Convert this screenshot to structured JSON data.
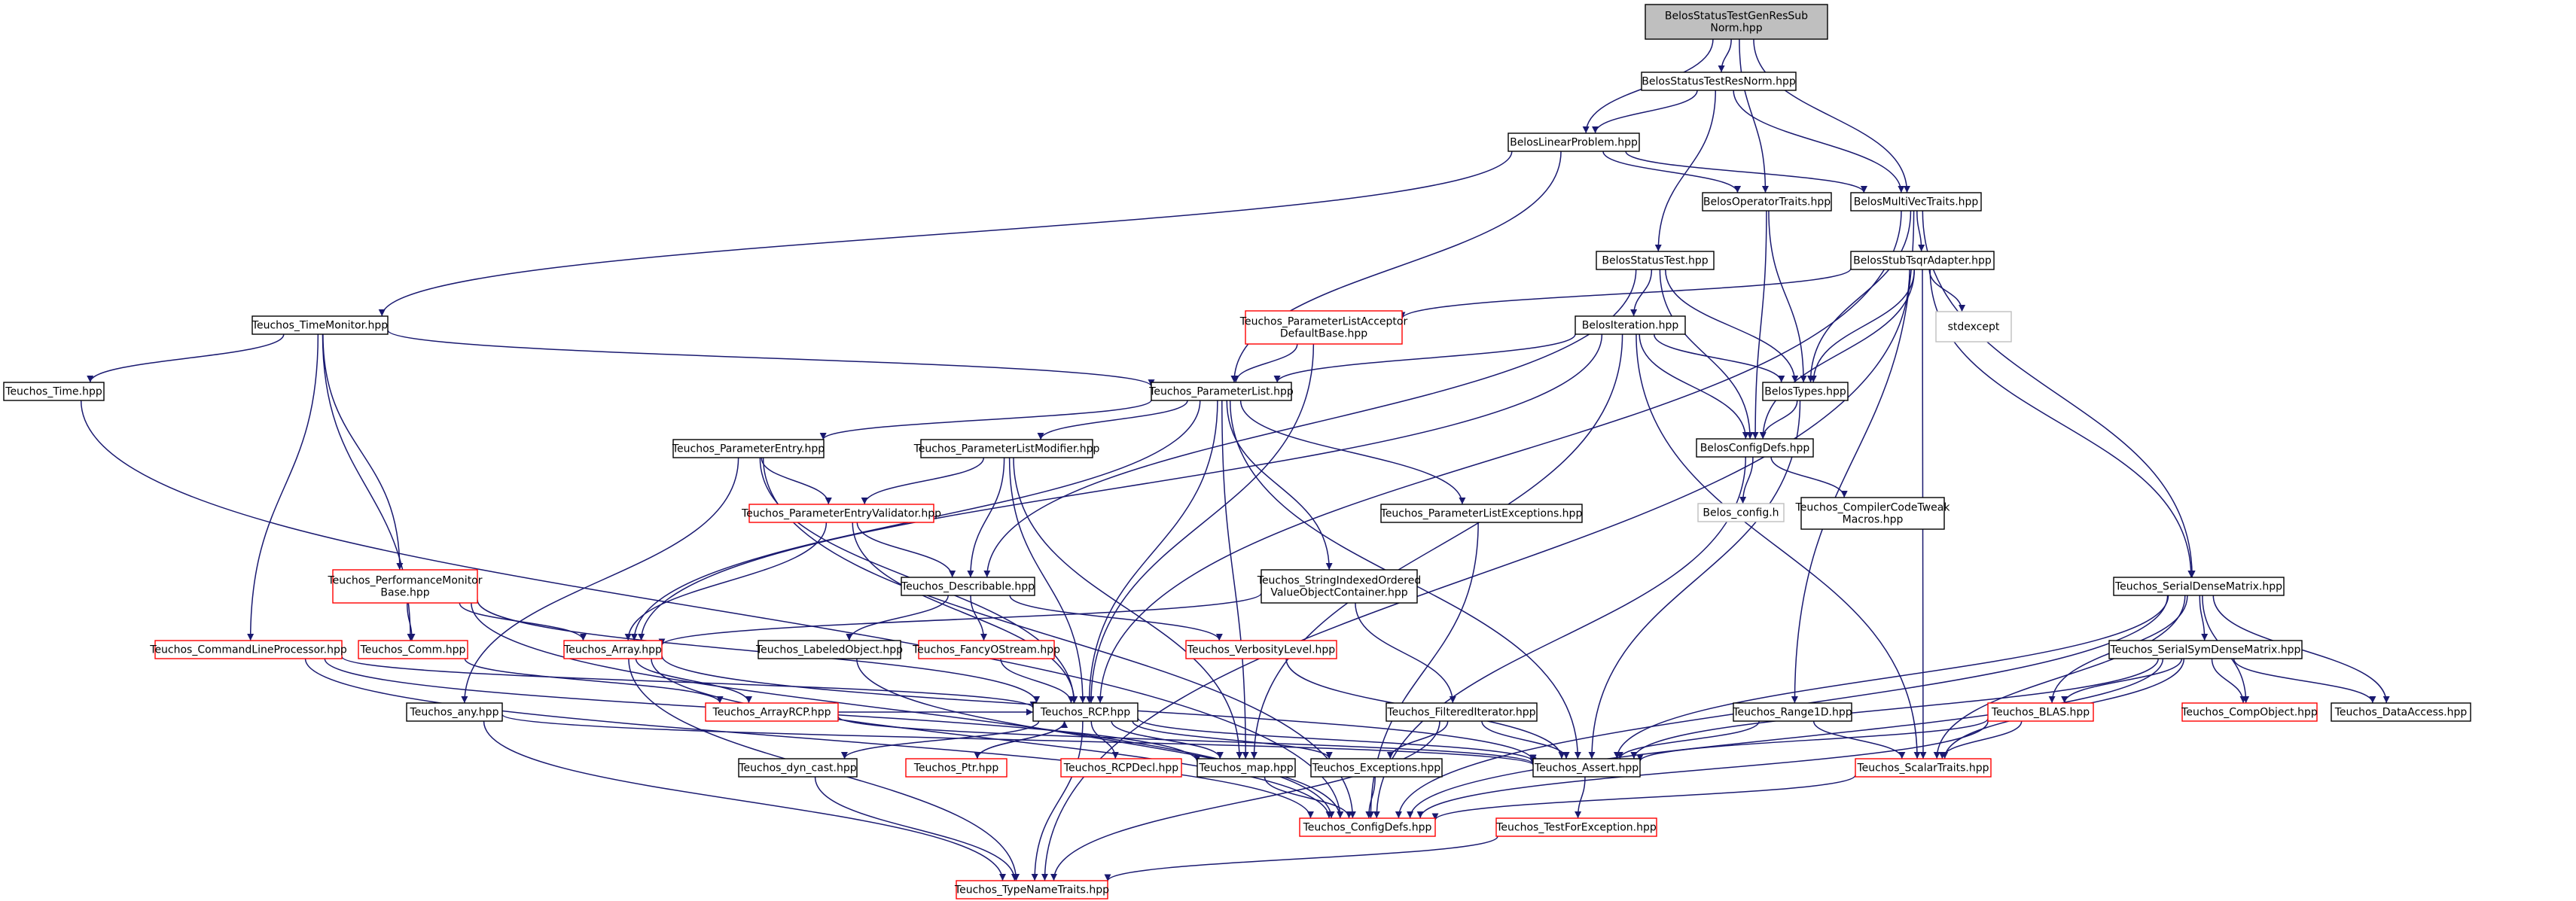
{
  "colors": {
    "edge": "#191970",
    "border_normal": "#000000",
    "border_truncated": "#ff0000",
    "border_system": "#bfbfbf",
    "fill_root": "#bfbfbf",
    "fill_normal": "#ffffff"
  },
  "nodes": [
    {
      "id": "root",
      "lines": [
        "BelosStatusTestGenResSub",
        "Norm.hpp"
      ],
      "kind": "root"
    },
    {
      "id": "resnorm",
      "lines": [
        "BelosStatusTestResNorm.hpp"
      ],
      "kind": "normal"
    },
    {
      "id": "linprob",
      "lines": [
        "BelosLinearProblem.hpp"
      ],
      "kind": "normal"
    },
    {
      "id": "optraits",
      "lines": [
        "BelosOperatorTraits.hpp"
      ],
      "kind": "normal"
    },
    {
      "id": "mvtraits",
      "lines": [
        "BelosMultiVecTraits.hpp"
      ],
      "kind": "normal"
    },
    {
      "id": "statustest",
      "lines": [
        "BelosStatusTest.hpp"
      ],
      "kind": "normal"
    },
    {
      "id": "tsqr",
      "lines": [
        "BelosStubTsqrAdapter.hpp"
      ],
      "kind": "normal"
    },
    {
      "id": "stdexcept",
      "lines": [
        "stdexcept"
      ],
      "kind": "system"
    },
    {
      "id": "placcept",
      "lines": [
        "Teuchos_ParameterListAcceptor",
        "DefaultBase.hpp"
      ],
      "kind": "truncated"
    },
    {
      "id": "iteration",
      "lines": [
        "BelosIteration.hpp"
      ],
      "kind": "normal"
    },
    {
      "id": "timemon",
      "lines": [
        "Teuchos_TimeMonitor.hpp"
      ],
      "kind": "normal"
    },
    {
      "id": "time",
      "lines": [
        "Teuchos_Time.hpp"
      ],
      "kind": "normal"
    },
    {
      "id": "plist",
      "lines": [
        "Teuchos_ParameterList.hpp"
      ],
      "kind": "normal"
    },
    {
      "id": "btypes",
      "lines": [
        "BelosTypes.hpp"
      ],
      "kind": "normal"
    },
    {
      "id": "bconfig",
      "lines": [
        "BelosConfigDefs.hpp"
      ],
      "kind": "normal"
    },
    {
      "id": "belosconfigh",
      "lines": [
        "Belos_config.h"
      ],
      "kind": "system"
    },
    {
      "id": "tweak",
      "lines": [
        "Teuchos_CompilerCodeTweak",
        "Macros.hpp"
      ],
      "kind": "normal"
    },
    {
      "id": "pentry",
      "lines": [
        "Teuchos_ParameterEntry.hpp"
      ],
      "kind": "normal"
    },
    {
      "id": "plmod",
      "lines": [
        "Teuchos_ParameterListModifier.hpp"
      ],
      "kind": "normal"
    },
    {
      "id": "plexc",
      "lines": [
        "Teuchos_ParameterListExceptions.hpp"
      ],
      "kind": "normal"
    },
    {
      "id": "pev",
      "lines": [
        "Teuchos_ParameterEntryValidator.hpp"
      ],
      "kind": "truncated"
    },
    {
      "id": "perfmon",
      "lines": [
        "Teuchos_PerformanceMonitor",
        "Base.hpp"
      ],
      "kind": "truncated"
    },
    {
      "id": "describ",
      "lines": [
        "Teuchos_Describable.hpp"
      ],
      "kind": "normal"
    },
    {
      "id": "strindexed",
      "lines": [
        "Teuchos_StringIndexedOrdered",
        "ValueObjectContainer.hpp"
      ],
      "kind": "normal"
    },
    {
      "id": "sdm",
      "lines": [
        "Teuchos_SerialDenseMatrix.hpp"
      ],
      "kind": "normal"
    },
    {
      "id": "cmdline",
      "lines": [
        "Teuchos_CommandLineProcessor.hpp"
      ],
      "kind": "truncated"
    },
    {
      "id": "comm",
      "lines": [
        "Teuchos_Comm.hpp"
      ],
      "kind": "truncated"
    },
    {
      "id": "array",
      "lines": [
        "Teuchos_Array.hpp"
      ],
      "kind": "truncated"
    },
    {
      "id": "labeled",
      "lines": [
        "Teuchos_LabeledObject.hpp"
      ],
      "kind": "normal"
    },
    {
      "id": "fancy",
      "lines": [
        "Teuchos_FancyOStream.hpp"
      ],
      "kind": "truncated"
    },
    {
      "id": "verbosity",
      "lines": [
        "Teuchos_VerbosityLevel.hpp"
      ],
      "kind": "truncated"
    },
    {
      "id": "ssdm",
      "lines": [
        "Teuchos_SerialSymDenseMatrix.hpp"
      ],
      "kind": "normal"
    },
    {
      "id": "any",
      "lines": [
        "Teuchos_any.hpp"
      ],
      "kind": "normal"
    },
    {
      "id": "arrayrcp",
      "lines": [
        "Teuchos_ArrayRCP.hpp"
      ],
      "kind": "truncated"
    },
    {
      "id": "rcp",
      "lines": [
        "Teuchos_RCP.hpp"
      ],
      "kind": "normal"
    },
    {
      "id": "filtered",
      "lines": [
        "Teuchos_FilteredIterator.hpp"
      ],
      "kind": "normal"
    },
    {
      "id": "range1d",
      "lines": [
        "Teuchos_Range1D.hpp"
      ],
      "kind": "normal"
    },
    {
      "id": "blas",
      "lines": [
        "Teuchos_BLAS.hpp"
      ],
      "kind": "truncated"
    },
    {
      "id": "compobj",
      "lines": [
        "Teuchos_CompObject.hpp"
      ],
      "kind": "truncated"
    },
    {
      "id": "dataacc",
      "lines": [
        "Teuchos_DataAccess.hpp"
      ],
      "kind": "normal"
    },
    {
      "id": "dyncast",
      "lines": [
        "Teuchos_dyn_cast.hpp"
      ],
      "kind": "normal"
    },
    {
      "id": "ptr",
      "lines": [
        "Teuchos_Ptr.hpp"
      ],
      "kind": "truncated"
    },
    {
      "id": "rcpdecl",
      "lines": [
        "Teuchos_RCPDecl.hpp"
      ],
      "kind": "truncated"
    },
    {
      "id": "map",
      "lines": [
        "Teuchos_map.hpp"
      ],
      "kind": "normal"
    },
    {
      "id": "exceptions",
      "lines": [
        "Teuchos_Exceptions.hpp"
      ],
      "kind": "normal"
    },
    {
      "id": "assert",
      "lines": [
        "Teuchos_Assert.hpp"
      ],
      "kind": "normal"
    },
    {
      "id": "scalar",
      "lines": [
        "Teuchos_ScalarTraits.hpp"
      ],
      "kind": "truncated"
    },
    {
      "id": "tconfig",
      "lines": [
        "Teuchos_ConfigDefs.hpp"
      ],
      "kind": "truncated"
    },
    {
      "id": "testforexc",
      "lines": [
        "Teuchos_TestForException.hpp"
      ],
      "kind": "truncated"
    },
    {
      "id": "typename",
      "lines": [
        "Teuchos_TypeNameTraits.hpp"
      ],
      "kind": "truncated"
    }
  ],
  "edges": [
    [
      "root",
      "resnorm"
    ],
    [
      "root",
      "linprob"
    ],
    [
      "root",
      "optraits"
    ],
    [
      "root",
      "mvtraits"
    ],
    [
      "resnorm",
      "linprob"
    ],
    [
      "resnorm",
      "mvtraits"
    ],
    [
      "resnorm",
      "statustest"
    ],
    [
      "linprob",
      "optraits"
    ],
    [
      "linprob",
      "mvtraits"
    ],
    [
      "linprob",
      "timemon"
    ],
    [
      "linprob",
      "plist"
    ],
    [
      "optraits",
      "btypes"
    ],
    [
      "optraits",
      "bconfig"
    ],
    [
      "mvtraits",
      "tsqr"
    ],
    [
      "mvtraits",
      "btypes"
    ],
    [
      "mvtraits",
      "rcp"
    ],
    [
      "mvtraits",
      "range1d"
    ],
    [
      "mvtraits",
      "sdm"
    ],
    [
      "statustest",
      "iteration"
    ],
    [
      "statustest",
      "btypes"
    ],
    [
      "statustest",
      "bconfig"
    ],
    [
      "statustest",
      "describ"
    ],
    [
      "tsqr",
      "stdexcept"
    ],
    [
      "tsqr",
      "placcept"
    ],
    [
      "tsqr",
      "btypes"
    ],
    [
      "tsqr",
      "bconfig"
    ],
    [
      "tsqr",
      "sdm"
    ],
    [
      "tsqr",
      "scalar"
    ],
    [
      "tsqr",
      "typename"
    ],
    [
      "placcept",
      "plist"
    ],
    [
      "placcept",
      "rcp"
    ],
    [
      "iteration",
      "btypes"
    ],
    [
      "iteration",
      "bconfig"
    ],
    [
      "iteration",
      "plist"
    ],
    [
      "iteration",
      "array"
    ],
    [
      "iteration",
      "map"
    ],
    [
      "iteration",
      "scalar"
    ],
    [
      "timemon",
      "time"
    ],
    [
      "timemon",
      "plist"
    ],
    [
      "timemon",
      "perfmon"
    ],
    [
      "timemon",
      "cmdline"
    ],
    [
      "timemon",
      "comm"
    ],
    [
      "time",
      "tconfig"
    ],
    [
      "plist",
      "pentry"
    ],
    [
      "plist",
      "plmod"
    ],
    [
      "plist",
      "plexc"
    ],
    [
      "plist",
      "strindexed"
    ],
    [
      "plist",
      "array"
    ],
    [
      "plist",
      "rcp"
    ],
    [
      "plist",
      "map"
    ],
    [
      "plist",
      "assert"
    ],
    [
      "btypes",
      "bconfig"
    ],
    [
      "btypes",
      "assert"
    ],
    [
      "bconfig",
      "belosconfigh"
    ],
    [
      "bconfig",
      "tweak"
    ],
    [
      "bconfig",
      "tconfig"
    ],
    [
      "pentry",
      "pev"
    ],
    [
      "pentry",
      "any"
    ],
    [
      "pentry",
      "rcp"
    ],
    [
      "pentry",
      "tconfig"
    ],
    [
      "plmod",
      "pev"
    ],
    [
      "plmod",
      "describ"
    ],
    [
      "plmod",
      "rcp"
    ],
    [
      "plmod",
      "map"
    ],
    [
      "plexc",
      "tconfig"
    ],
    [
      "pev",
      "describ"
    ],
    [
      "pev",
      "array"
    ],
    [
      "pev",
      "rcp"
    ],
    [
      "perfmon",
      "array"
    ],
    [
      "perfmon",
      "comm"
    ],
    [
      "perfmon",
      "rcp"
    ],
    [
      "perfmon",
      "tconfig"
    ],
    [
      "describ",
      "labeled"
    ],
    [
      "describ",
      "fancy"
    ],
    [
      "describ",
      "verbosity"
    ],
    [
      "strindexed",
      "array"
    ],
    [
      "strindexed",
      "filtered"
    ],
    [
      "sdm",
      "assert"
    ],
    [
      "sdm",
      "scalar"
    ],
    [
      "sdm",
      "blas"
    ],
    [
      "sdm",
      "compobj"
    ],
    [
      "sdm",
      "dataacc"
    ],
    [
      "sdm",
      "ssdm"
    ],
    [
      "sdm",
      "tconfig"
    ],
    [
      "cmdline",
      "map"
    ],
    [
      "cmdline",
      "rcp"
    ],
    [
      "cmdline",
      "tconfig"
    ],
    [
      "comm",
      "arrayrcp"
    ],
    [
      "array",
      "arrayrcp"
    ],
    [
      "array",
      "assert"
    ],
    [
      "array",
      "tconfig"
    ],
    [
      "array",
      "typename"
    ],
    [
      "labeled",
      "tconfig"
    ],
    [
      "fancy",
      "rcp"
    ],
    [
      "verbosity",
      "assert"
    ],
    [
      "ssdm",
      "assert"
    ],
    [
      "ssdm",
      "scalar"
    ],
    [
      "ssdm",
      "blas"
    ],
    [
      "ssdm",
      "compobj"
    ],
    [
      "ssdm",
      "dataacc"
    ],
    [
      "ssdm",
      "tconfig"
    ],
    [
      "any",
      "assert"
    ],
    [
      "any",
      "typename"
    ],
    [
      "arrayrcp",
      "rcp"
    ],
    [
      "arrayrcp",
      "assert"
    ],
    [
      "rcp",
      "dyncast"
    ],
    [
      "rcp",
      "ptr"
    ],
    [
      "rcp",
      "rcpdecl"
    ],
    [
      "rcp",
      "map"
    ],
    [
      "rcp",
      "exceptions"
    ],
    [
      "rcp",
      "assert"
    ],
    [
      "rcp",
      "typename"
    ],
    [
      "filtered",
      "assert"
    ],
    [
      "filtered",
      "exceptions"
    ],
    [
      "filtered",
      "typename"
    ],
    [
      "range1d",
      "assert"
    ],
    [
      "range1d",
      "scalar"
    ],
    [
      "blas",
      "assert"
    ],
    [
      "blas",
      "scalar"
    ],
    [
      "blas",
      "tconfig"
    ],
    [
      "ptr",
      "rcp"
    ],
    [
      "dyncast",
      "typename"
    ],
    [
      "map",
      "tconfig"
    ],
    [
      "exceptions",
      "tconfig"
    ],
    [
      "assert",
      "testforexc"
    ],
    [
      "scalar",
      "tconfig"
    ],
    [
      "testforexc",
      "typename"
    ]
  ]
}
